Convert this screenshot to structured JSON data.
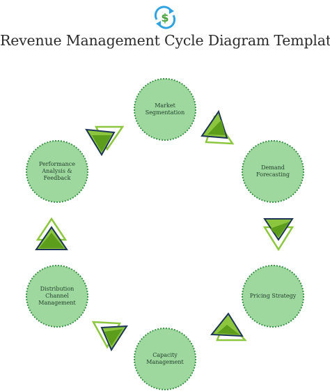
{
  "header": {
    "title": "Revenue Management Cycle Diagram Template",
    "logo_icon": "dollar-cycle-icon"
  },
  "colors": {
    "node_fill": "#9ed89e",
    "node_border": "#3e9148",
    "arrow_fill_light": "#b3d334",
    "arrow_fill_dark": "#5c9d1b",
    "arrow_outline": "#1d3557",
    "logo_arrows": "#2fa3e0",
    "logo_dollar": "#4aa13f"
  },
  "nodes": [
    {
      "id": "market",
      "label": "Market Segmentation"
    },
    {
      "id": "demand",
      "label": "Demand Forecasting"
    },
    {
      "id": "pricing",
      "label": "Pricing Strategy"
    },
    {
      "id": "capacity",
      "label": "Capacity Management"
    },
    {
      "id": "distribution",
      "label": "Distribution Channel Management"
    },
    {
      "id": "performance",
      "label": "Performance Analysis & Feedback"
    }
  ]
}
